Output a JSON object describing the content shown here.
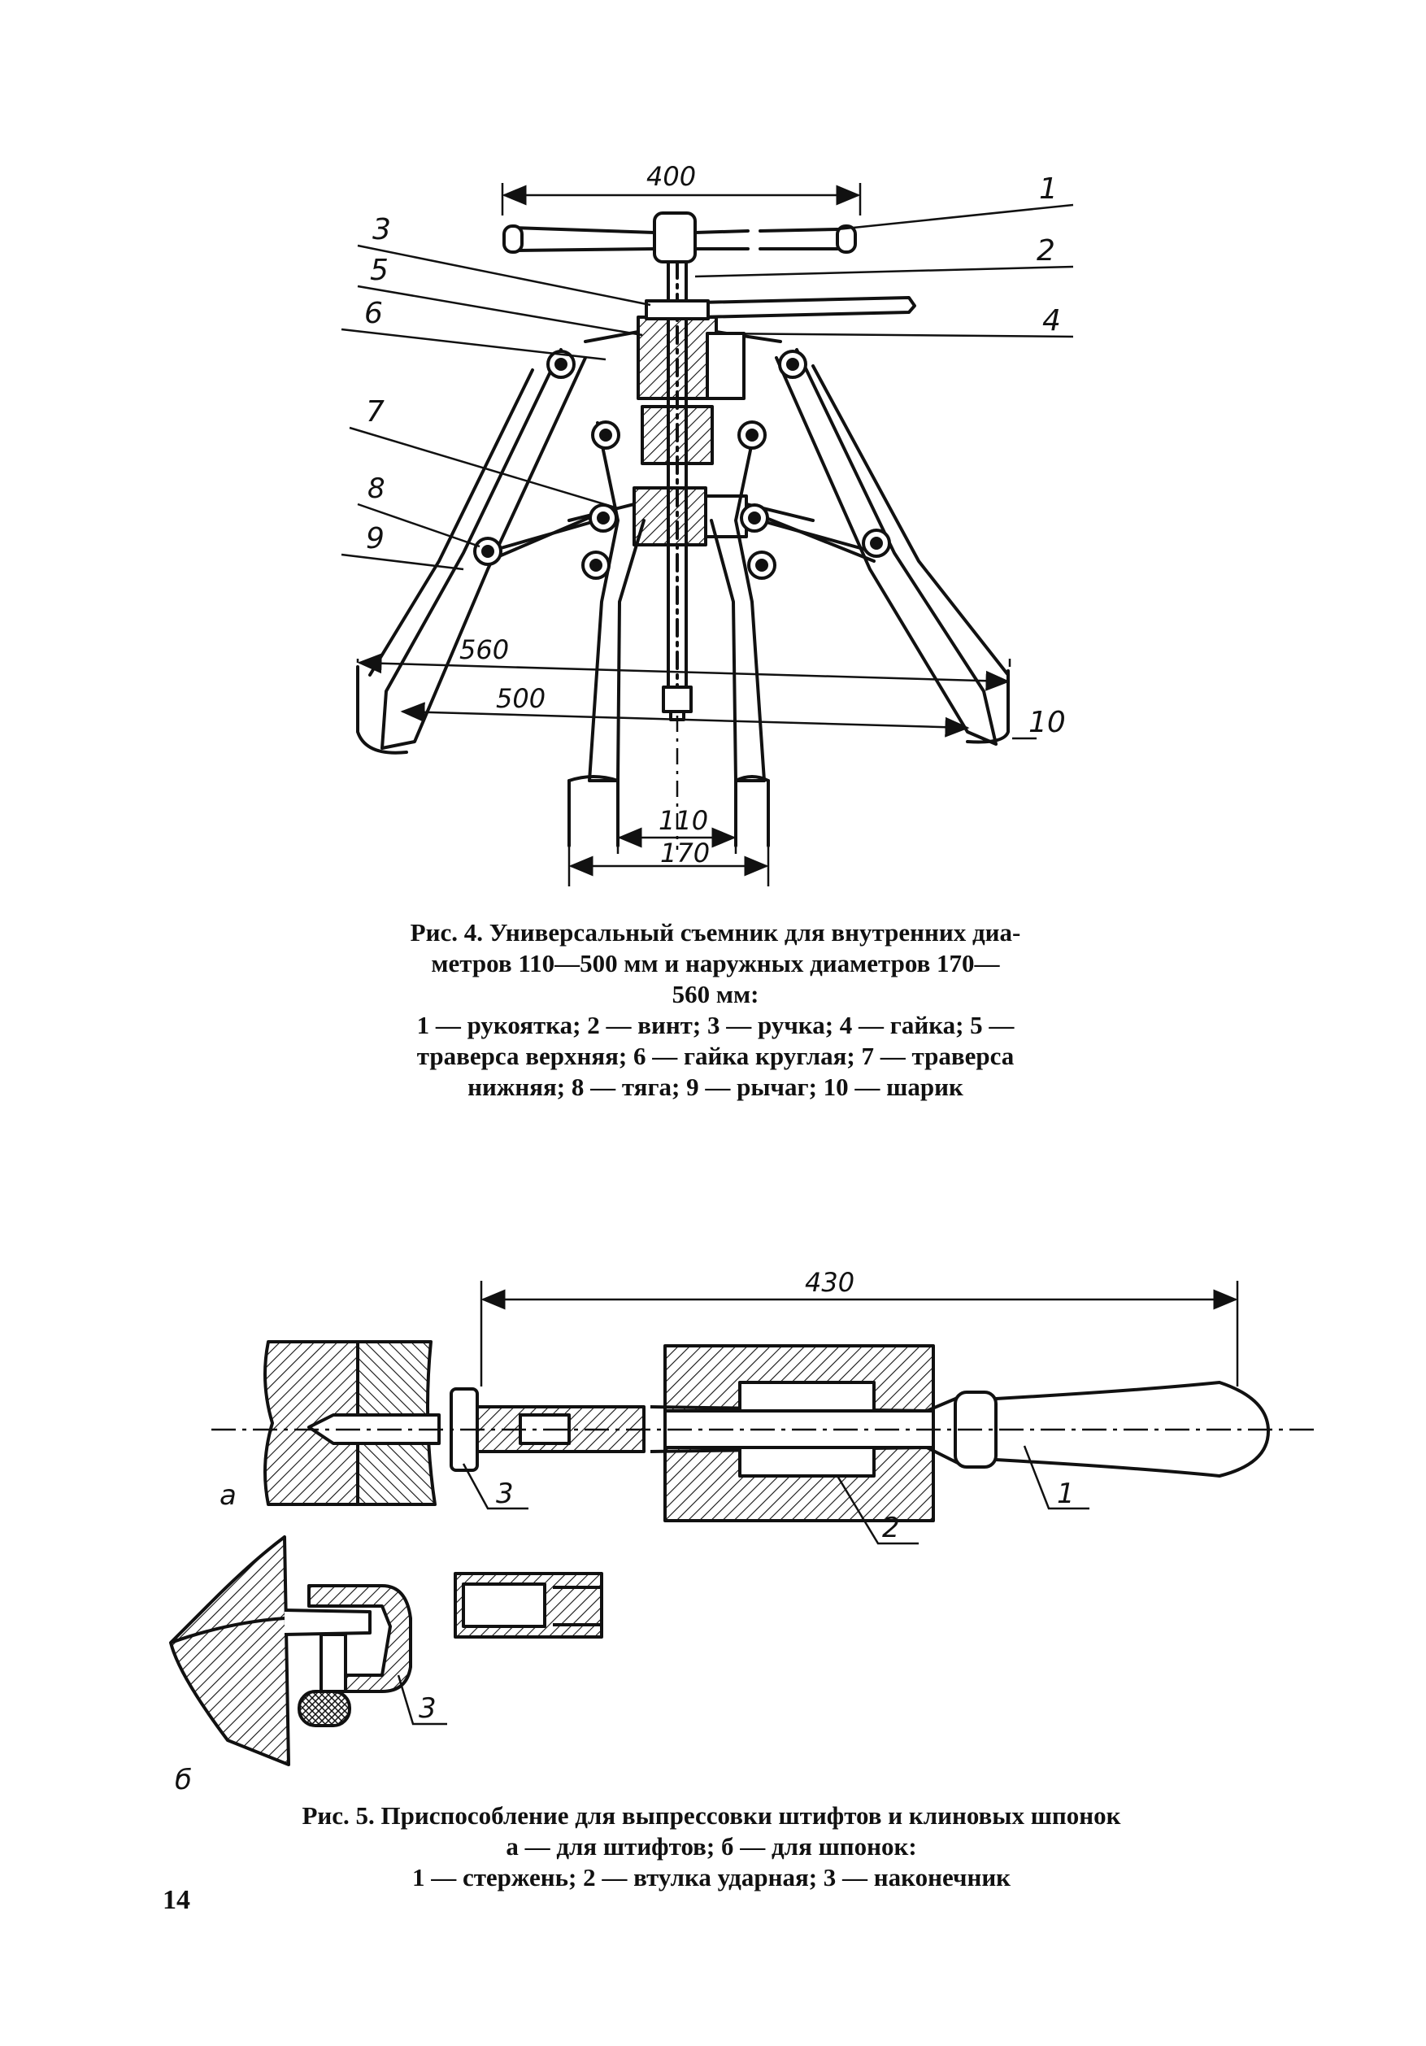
{
  "figure4": {
    "dims": {
      "d400": "400",
      "d560": "560",
      "d500": "500",
      "d110": "110",
      "d170": "170"
    },
    "callouts": [
      "1",
      "2",
      "3",
      "4",
      "5",
      "6",
      "7",
      "8",
      "9",
      "10"
    ],
    "caption": {
      "line1": "Рис. 4. Универсальный съемник для внутренних диа-",
      "line2": "метров 110—500 мм и наружных диаметров 170—",
      "line3": "560 мм:",
      "line4": "1 — рукоятка; 2 — винт; 3 — ручка; 4 — гайка; 5 —",
      "line5": "траверса верхняя; 6 — гайка круглая; 7 — траверса",
      "line6": "нижняя; 8 — тяга; 9 — рычаг; 10 — шарик"
    }
  },
  "figure5": {
    "dims": {
      "d430": "430"
    },
    "callouts": [
      "1",
      "2",
      "3",
      "3"
    ],
    "views": [
      "а",
      "б"
    ],
    "caption": {
      "line1": "Рис. 5. Приспособление для выпрессовки штифтов и клиновых шпонок",
      "line2": "а — для штифтов; б — для шпонок:",
      "line3": "1 — стержень; 2 — втулка ударная; 3 — наконечник"
    }
  },
  "page_number": "14"
}
